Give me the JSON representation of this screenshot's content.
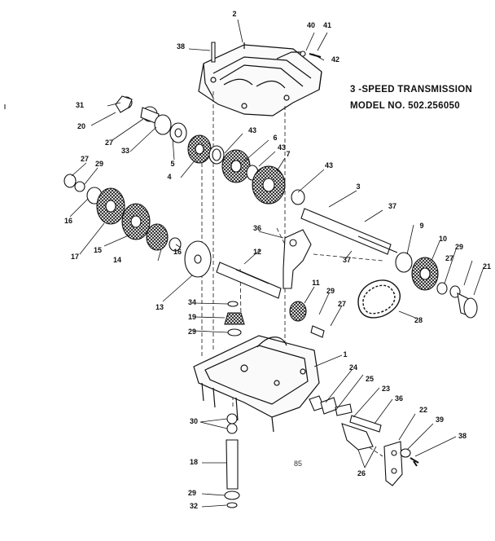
{
  "title_line1": "3 -SPEED TRANSMISSION",
  "title_line2": "MODEL NO. 502.256050",
  "plate_code": "85",
  "callouts": [
    "1",
    "2",
    "3",
    "4",
    "5",
    "6",
    "7",
    "9",
    "10",
    "11",
    "12",
    "13",
    "14",
    "15",
    "16",
    "17",
    "18",
    "19",
    "20",
    "21",
    "22",
    "23",
    "24",
    "25",
    "26",
    "27",
    "28",
    "29",
    "30",
    "31",
    "32",
    "33",
    "34",
    "36",
    "37",
    "38",
    "39",
    "40",
    "41",
    "42",
    "43"
  ],
  "colors": {
    "ink": "#111111",
    "paper": "#ffffff"
  }
}
